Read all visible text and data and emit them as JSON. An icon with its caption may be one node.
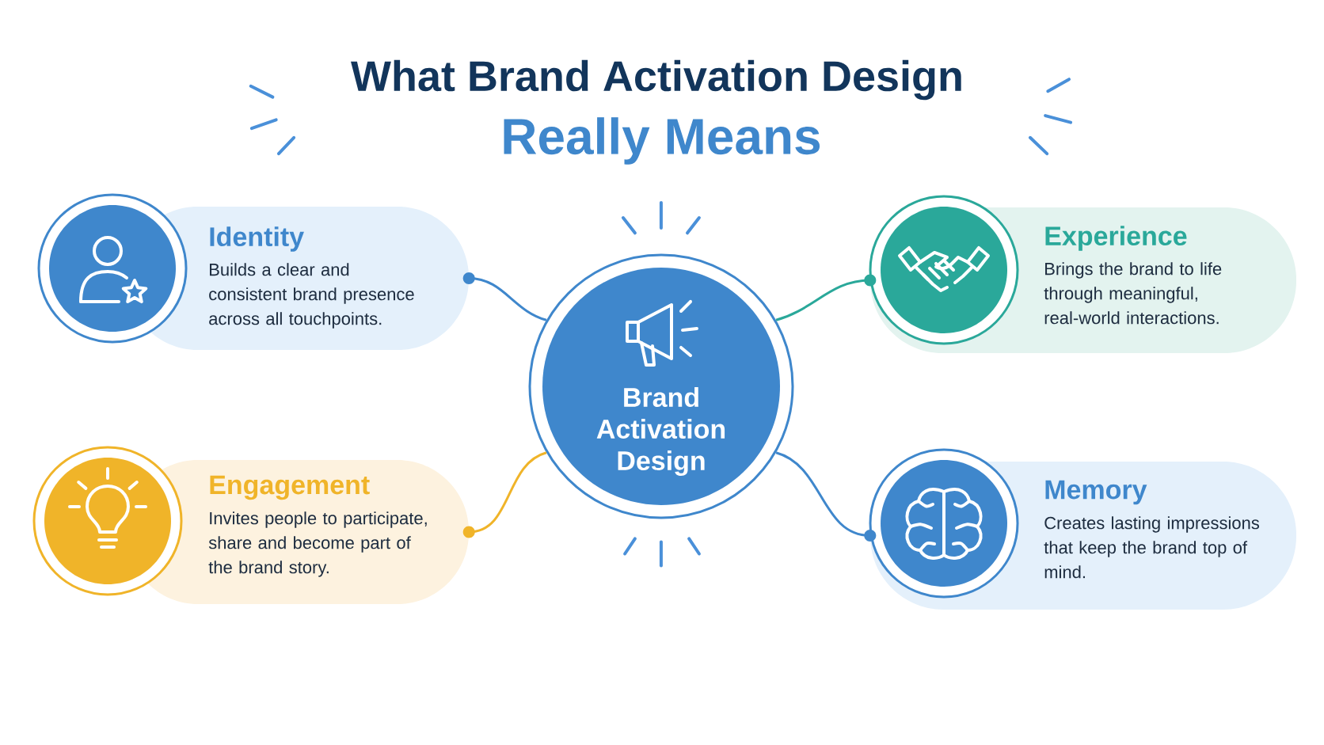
{
  "diagram": {
    "title": "What Brand Activation Design",
    "nodes": [
      {
        "text": [
          "Brand Activation Design"
        ]
      },
      {
        "text": [
          "Identity",
          "Builds a clear and consistent brand presence across all touchpoints."
        ]
      },
      {
        "text": [
          "Experience",
          "Brings the brand to life through meaningful, real-world interactions."
        ]
      },
      {
        "text": [
          "Engagement",
          "Invites people to participate, share and become part of the brand story."
        ]
      },
      {
        "text": [
          "Memory",
          "Creates lasting impressions that keep the brand top of mind."
        ]
      }
    ],
    "edges": [
      {
        "from": 0,
        "to": 1,
        "arrow": "other"
      },
      {
        "from": 0,
        "to": 2,
        "arrow": "other",
        "color": "#2aa89a"
      },
      {
        "from": 0,
        "to": 3,
        "arrow": "other",
        "color": "#f0b429"
      },
      {
        "from": 0,
        "to": 4,
        "arrow": "other"
      }
    ],
    "labels": [
      "Really Means"
    ]
  }
}
